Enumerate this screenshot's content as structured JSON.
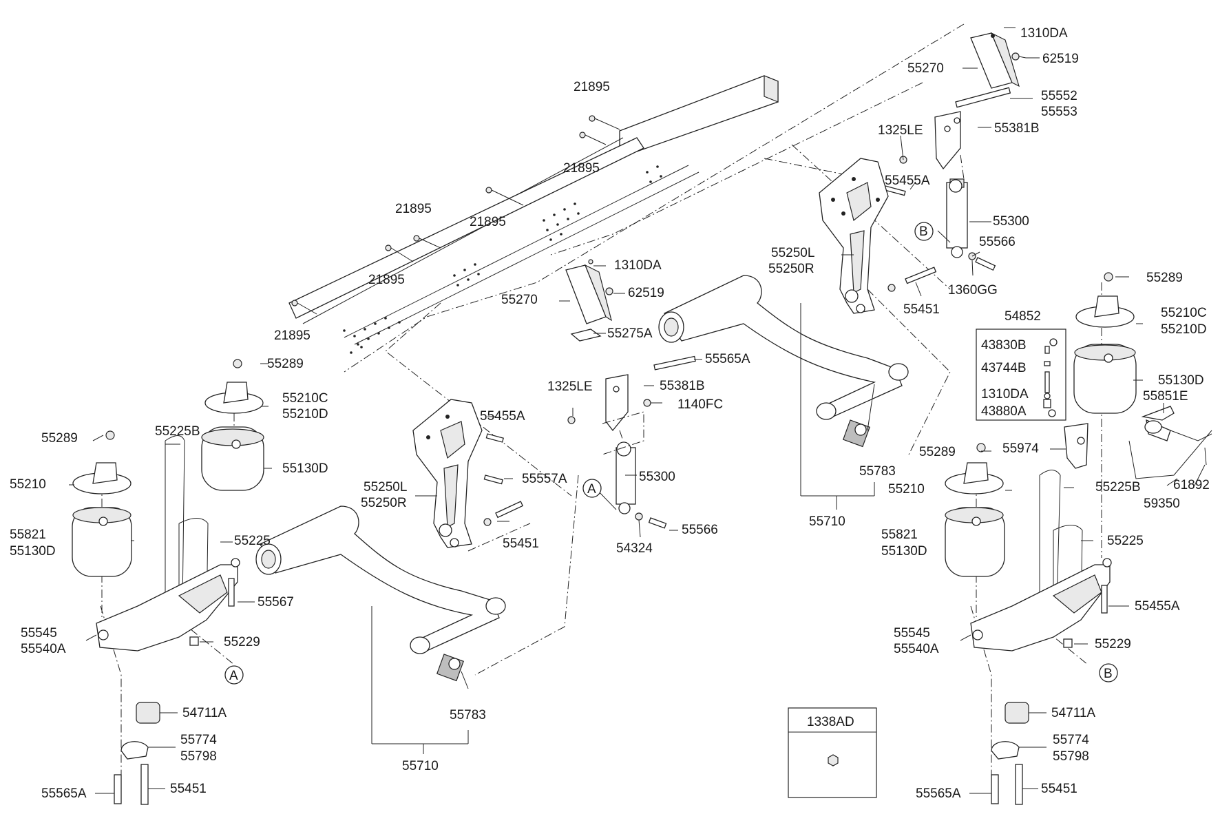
{
  "labels": {
    "p1310da_top": "1310DA",
    "p62519_top": "62519",
    "p55270_top": "55270",
    "p55552": "55552",
    "p55553": "55553",
    "p1325le_top": "1325LE",
    "p55381b_top": "55381B",
    "p55455a_top": "55455A",
    "p55300_top": "55300",
    "pB_top": "B",
    "p55566_top": "55566",
    "p1360gg": "1360GG",
    "p55250l_top": "55250L",
    "p55250r_top": "55250R",
    "p55451_top": "55451",
    "p21895_a": "21895",
    "p21895_b": "21895",
    "p21895_c": "21895",
    "p21895_d": "21895",
    "p21895_e": "21895",
    "p21895_f": "21895",
    "p1310da_mid": "1310DA",
    "p55270_mid": "55270",
    "p62519_mid": "62519",
    "p55275a": "55275A",
    "p55289_l": "55289",
    "p55210c_l": "55210C",
    "p55210d_l": "55210D",
    "p55565a_mid": "55565A",
    "p1325le_mid": "1325LE",
    "p55381b_mid": "55381B",
    "p1140fc": "1140FC",
    "p55455a_mid": "55455A",
    "p55557a": "55557A",
    "p55250l_mid": "55250L",
    "p55250r_mid": "55250R",
    "p55300_mid": "55300",
    "pA_mid": "A",
    "p55451_mid": "55451",
    "p54324": "54324",
    "p55566_mid": "55566",
    "p55225b_l": "55225B",
    "p55289_ll": "55289",
    "p55210_l": "55210",
    "p55130d_l": "55130D",
    "p55821_l": "55821",
    "p55130d_l2": "55130D",
    "p55225_l": "55225",
    "p55567": "55567",
    "p55545_l": "55545",
    "p55540a_l": "55540A",
    "p55229_l": "55229",
    "pA_low": "A",
    "p55783_mid": "55783",
    "p55710_mid": "55710",
    "p54711a_l": "54711A",
    "p55774_l": "55774",
    "p55798_l": "55798",
    "p55565a_l": "55565A",
    "p55451_l": "55451",
    "p55783_top": "55783",
    "p55710_top": "55710",
    "p55289_r": "55289",
    "p55210c_r": "55210C",
    "p55210d_r": "55210D",
    "p54852": "54852",
    "p43830b": "43830B",
    "p43744b": "43744B",
    "p1310da_kit": "1310DA",
    "p43880a": "43880A",
    "p55130d_r": "55130D",
    "p55851e": "55851E",
    "p55289_rr": "55289",
    "p55974": "55974",
    "p55210_r": "55210",
    "p55225b_r": "55225B",
    "p61892": "61892",
    "p59350": "59350",
    "p55821_r": "55821",
    "p55130d_r2": "55130D",
    "p55225_r": "55225",
    "p55455a_r": "55455A",
    "p55545_r": "55545",
    "p55540a_r": "55540A",
    "p55229_r": "55229",
    "pB_low": "B",
    "p54711a_r": "54711A",
    "p55774_r": "55774",
    "p55798_r": "55798",
    "p55565a_r": "55565A",
    "p55451_r": "55451",
    "p1338ad": "1338AD"
  }
}
